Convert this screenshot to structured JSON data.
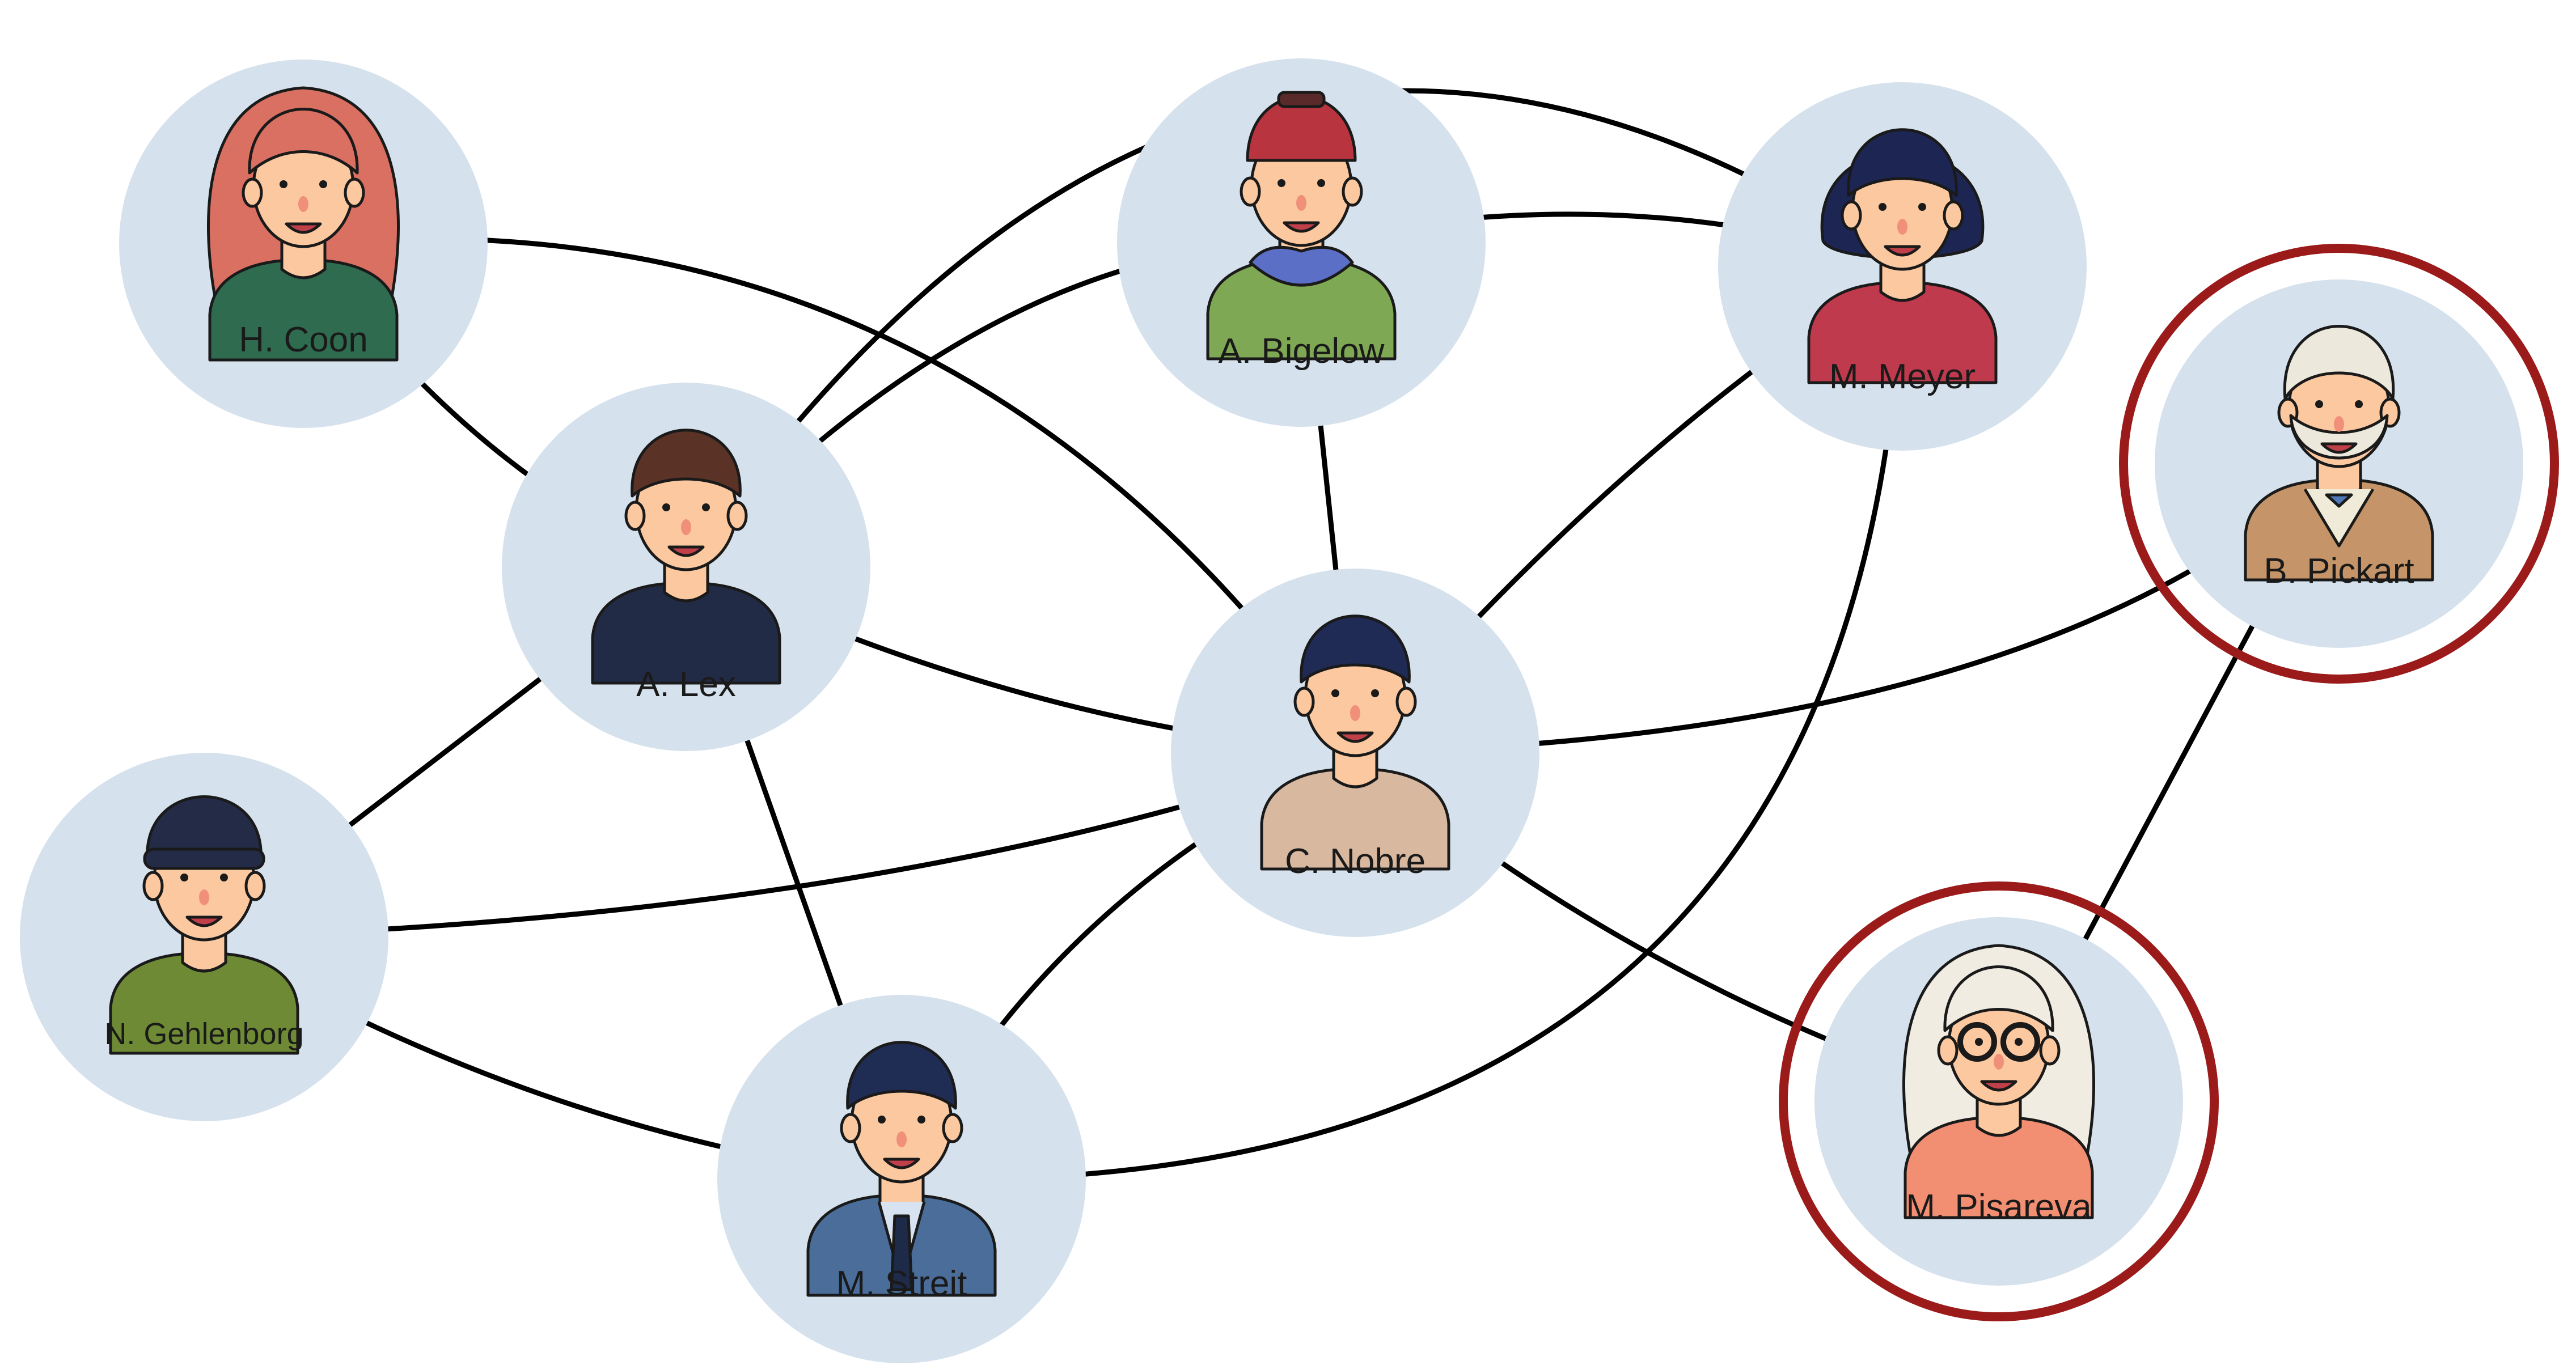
{
  "colors": {
    "node_fill": "#d5e1ec",
    "edge": "#000000",
    "highlight_ring": "#9b1b1b"
  },
  "nodes": [
    {
      "id": "coon",
      "label": "H. Coon",
      "avatar": "woman-long-red-hair-icon",
      "highlighted": false
    },
    {
      "id": "lex",
      "label": "A. Lex",
      "avatar": "man-brown-hair-icon",
      "highlighted": false
    },
    {
      "id": "bigelow",
      "label": "A. Bigelow",
      "avatar": "man-red-cap-icon",
      "highlighted": false
    },
    {
      "id": "meyer",
      "label": "M. Meyer",
      "avatar": "woman-short-dark-hair-icon",
      "highlighted": false
    },
    {
      "id": "pickart",
      "label": "B. Pickart",
      "avatar": "old-man-beard-icon",
      "highlighted": true
    },
    {
      "id": "nobre",
      "label": "C. Nobre",
      "avatar": "woman-short-hair-earrings-icon",
      "highlighted": false
    },
    {
      "id": "gehlenborg",
      "label": "N. Gehlenborg",
      "avatar": "man-beanie-icon",
      "highlighted": false
    },
    {
      "id": "streit",
      "label": "M. Streit",
      "avatar": "man-suit-icon",
      "highlighted": false
    },
    {
      "id": "pisareva",
      "label": "M. Pisareva",
      "avatar": "woman-glasses-blonde-icon",
      "highlighted": true
    }
  ],
  "edges": [
    [
      "coon",
      "lex"
    ],
    [
      "coon",
      "nobre"
    ],
    [
      "lex",
      "bigelow"
    ],
    [
      "lex",
      "meyer"
    ],
    [
      "lex",
      "nobre"
    ],
    [
      "lex",
      "gehlenborg"
    ],
    [
      "lex",
      "streit"
    ],
    [
      "bigelow",
      "meyer"
    ],
    [
      "bigelow",
      "nobre"
    ],
    [
      "meyer",
      "nobre"
    ],
    [
      "meyer",
      "streit"
    ],
    [
      "nobre",
      "pickart"
    ],
    [
      "nobre",
      "gehlenborg"
    ],
    [
      "nobre",
      "streit"
    ],
    [
      "nobre",
      "pisareva"
    ],
    [
      "gehlenborg",
      "streit"
    ],
    [
      "pickart",
      "pisareva"
    ]
  ]
}
